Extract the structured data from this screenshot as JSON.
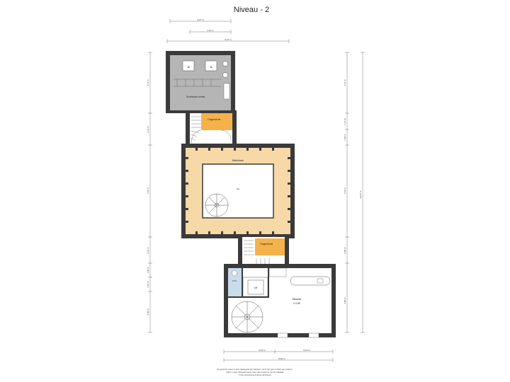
{
  "title": "Niveau - 2",
  "rooms": {
    "technische_ruimte": "Technische ruimte",
    "trappenhuis_top": "Trappenhuis",
    "bibliotheek": "Bibliotheek",
    "vide": "Vide",
    "trappenhuis_bottom": "Trappenhuis",
    "toilet": "Toilet",
    "lift": "Lift",
    "zitkamer": "Zitkamer",
    "zitkamer_height": "H 2.56"
  },
  "dimensions": {
    "top1": "3,27 m",
    "top2": "1,61 m",
    "top3": "6,47 m",
    "left1": "4,73 m",
    "left2": "2,31 m",
    "left3": "7,18 m",
    "left4": "2,61 m",
    "left5": "1,60 m",
    "left6": "1,57 m",
    "left7": "3,30 m",
    "right1": "4,73 m",
    "right2": "1,37 m",
    "right3": "1,06 m",
    "right4": "7,18 m",
    "right5": "2,86 m",
    "right6": "3,80 m",
    "total_right": "22,47 m",
    "bottom1": "2,24 m",
    "bottom2": "6,16 m",
    "bottom3": "8,60 m"
  },
  "footer": {
    "line1": "De getoonde maten in deze plattegrond zijn indicatief, u kunt hier geen rechten aan ontlenen.",
    "line2": "Indien u meer informatie wenst, neem dan contact op met de makelaar.",
    "line3": "© Niet Huurwoning & Wonen Eindhoven"
  },
  "colors": {
    "wall": "#3a3a3a",
    "floor_wood": "#f7d9a8",
    "floor_stair": "#f5b24a",
    "floor_tech": "#b5b5b5",
    "floor_tile": "#c9dcea"
  }
}
